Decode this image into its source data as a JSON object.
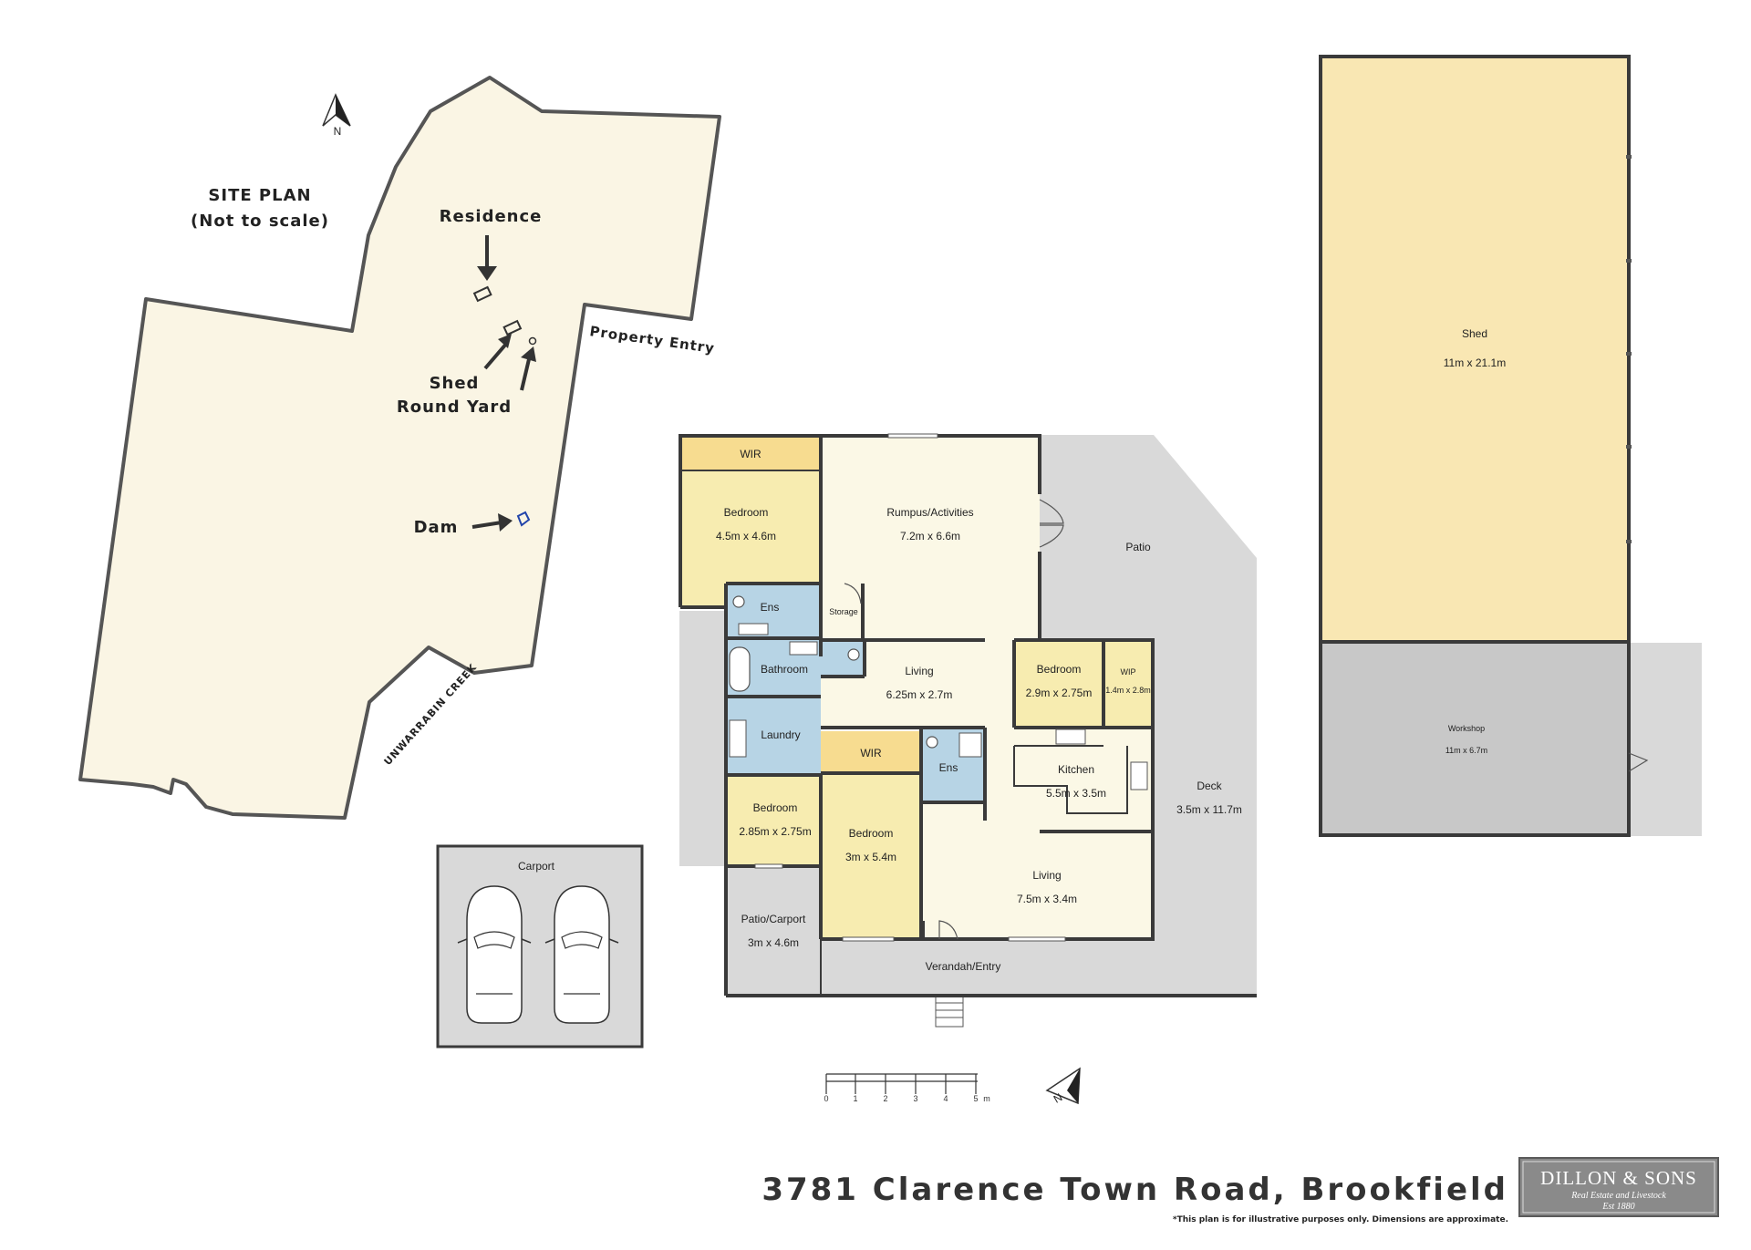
{
  "site_plan": {
    "title": "SITE PLAN",
    "subtitle": "(Not to scale)",
    "north_label": "N",
    "residence_label": "Residence",
    "shed_label": "Shed",
    "round_yard_label": "Round Yard",
    "dam_label": "Dam",
    "property_entry_label": "Property Entry",
    "creek_label": "UNWARRABIN CREEK"
  },
  "rooms": {
    "wir_top": "WIR",
    "bedroom1": {
      "name": "Bedroom",
      "dims": "4.5m x 4.6m"
    },
    "rumpus": {
      "name": "Rumpus/Activities",
      "dims": "7.2m x 6.6m"
    },
    "patio": "Patio",
    "ens_top": "Ens",
    "storage": "Storage",
    "bathroom": "Bathroom",
    "living1": {
      "name": "Living",
      "dims": "6.25m x 2.7m"
    },
    "bedroom2": {
      "name": "Bedroom",
      "dims": "2.9m x 2.75m"
    },
    "wip": {
      "name": "WIP",
      "dims": "1.4m x 2.8m"
    },
    "laundry": "Laundry",
    "wir_mid": "WIR",
    "ens_mid": "Ens",
    "kitchen": {
      "name": "Kitchen",
      "dims": "5.5m x 3.5m"
    },
    "deck": {
      "name": "Deck",
      "dims": "3.5m x 11.7m"
    },
    "bedroom3": {
      "name": "Bedroom",
      "dims": "2.85m x 2.75m"
    },
    "bedroom4": {
      "name": "Bedroom",
      "dims": "3m x 5.4m"
    },
    "living2": {
      "name": "Living",
      "dims": "7.5m x 3.4m"
    },
    "patio_carport": {
      "name": "Patio/Carport",
      "dims": "3m x 4.6m"
    },
    "verandah": "Verandah/Entry",
    "carport": "Carport",
    "shed": {
      "name": "Shed",
      "dims": "11m x 21.1m"
    },
    "workshop": {
      "name": "Workshop",
      "dims": "11m x 6.7m"
    }
  },
  "scale_bar": {
    "ticks": [
      "0",
      "1",
      "2",
      "3",
      "4",
      "5"
    ],
    "unit": "m"
  },
  "plan_north_label": "N",
  "address": "3781 Clarence Town Road, Brookfield",
  "disclaimer": "*This plan is for illustrative purposes only. Dimensions are approximate.",
  "logo": {
    "name": "DILLON & SONS",
    "tagline": "Real Estate and Livestock",
    "est": "Est 1880"
  },
  "colors": {
    "site_fill": "#faf5e4",
    "living_fill": "#fbf8e6",
    "bedroom_fill": "#f7ecb0",
    "wet_fill": "#b7d4e5",
    "outdoor_fill": "#d9d9d9",
    "shed_fill": "#f9e7b3",
    "workshop_fill": "#c8c8c8",
    "wall": "#3a3a3a"
  }
}
